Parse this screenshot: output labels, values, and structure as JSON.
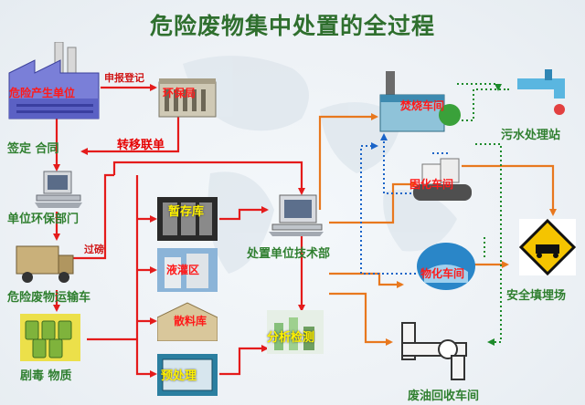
{
  "title": "危险废物集中处置的全过程",
  "labels": {
    "generator": "危险产生单位",
    "report": "申报登记",
    "epb": "环保局",
    "sign_contract": "签定 合同",
    "transfer": "转移联单",
    "unit_env": "单位环保部门",
    "weigh": "过磅",
    "transport": "危险废物运输车",
    "toxic": "剧毒 物质",
    "temp_store": "暂存库",
    "liquid_tank": "液灌区",
    "bulk_store": "散料库",
    "tech_dept": "处置单位技术部",
    "lab": "分析检测",
    "pretreat": "预处理",
    "incinerate": "焚烧车间",
    "solidify": "固化车间",
    "physchem": "物化车间",
    "oil_recover": "废油回收车间",
    "sewage": "污水处理站",
    "landfill": "安全填埋场"
  },
  "colors": {
    "title": "#2f6f2e",
    "orange_arrow": "#e8781e",
    "red_arrow": "#e41b1b",
    "green_dotted": "#1c8a2a",
    "blue_dotted": "#1a64c8"
  }
}
